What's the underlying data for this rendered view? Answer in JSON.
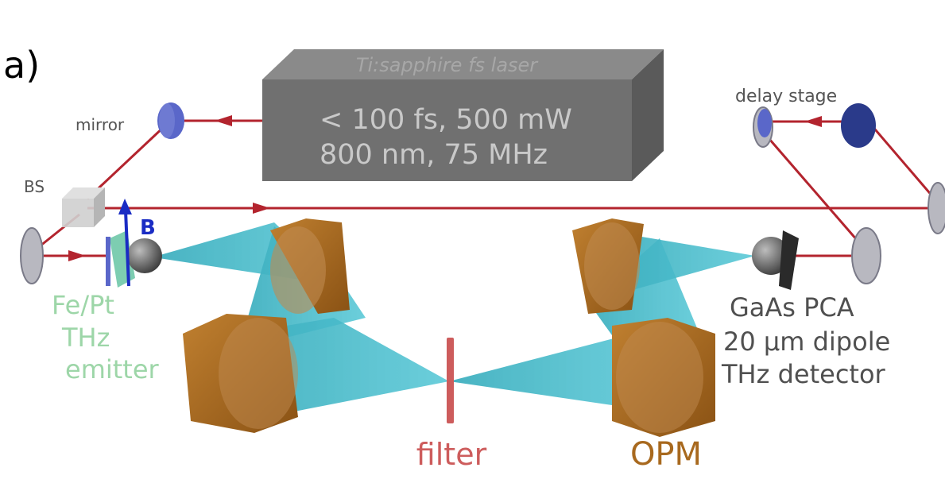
{
  "panel_label": "a)",
  "laser": {
    "title": "Ti:sapphire fs laser",
    "spec_line1": "< 100 fs, 500 mW",
    "spec_line2": "800 nm, 75 MHz"
  },
  "labels": {
    "mirror": "mirror",
    "beam_splitter": "BS",
    "delay_stage": "delay stage",
    "field": "B",
    "emitter_line1": "Fe/Pt",
    "emitter_line2": "THz",
    "emitter_line3": "emitter",
    "detector_line1": "GaAs PCA",
    "detector_line2": "20 µm dipole",
    "detector_line3": "THz detector",
    "filter": "filter",
    "opm": "OPM"
  },
  "colors": {
    "laser_beam": "#b3242e",
    "thz_beam": "#2aa6b8",
    "mirror": "#5a67c9",
    "mirror_dark": "#2a3a8a",
    "opm": "#a8691e",
    "laser_body": "#6f6f6f",
    "emitter_text": "#9dd6a8",
    "filter_text": "#cd5c5c",
    "opm_text": "#a8691e",
    "field_arrow": "#1a2cc4"
  }
}
